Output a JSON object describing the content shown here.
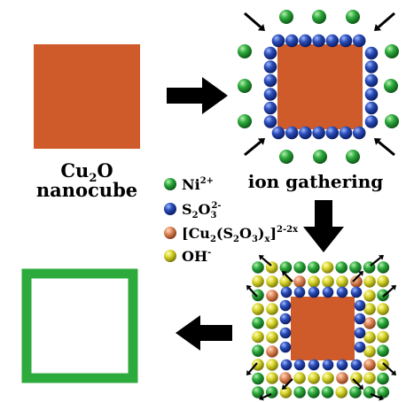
{
  "stage1": {
    "label_line1_base": "Cu",
    "label_line1_sub": "2",
    "label_line1_tail": "O",
    "label_line2": "nanocube"
  },
  "stage2": {
    "label": "ion gathering"
  },
  "legend": {
    "items": [
      {
        "id": "ni",
        "color": "#2daa3c",
        "base": "Ni",
        "sup": "2+"
      },
      {
        "id": "s2o3",
        "color": "#2a4db8",
        "base": "S",
        "sub1": "2",
        "mid": "O",
        "sub2": "3",
        "sup": "2-"
      },
      {
        "id": "complex",
        "color": "#e08a5c",
        "text1": "[Cu",
        "sub1": "2",
        "text2": "(S",
        "sub2": "2",
        "text3": "O",
        "sub3": "3",
        "text4": ")",
        "sub4": "x",
        "text5": "]",
        "sup": "2-2x"
      },
      {
        "id": "oh",
        "color": "#d8d62a",
        "base": "OH",
        "sup": "-"
      }
    ]
  },
  "colors": {
    "cube": "#cf5a2a",
    "ni": "#2daa3c",
    "s2o3": "#2a4db8",
    "complex": "#e08a5c",
    "oh": "#d8d62a",
    "frame": "#2daa3c",
    "arrow": "#000000"
  }
}
